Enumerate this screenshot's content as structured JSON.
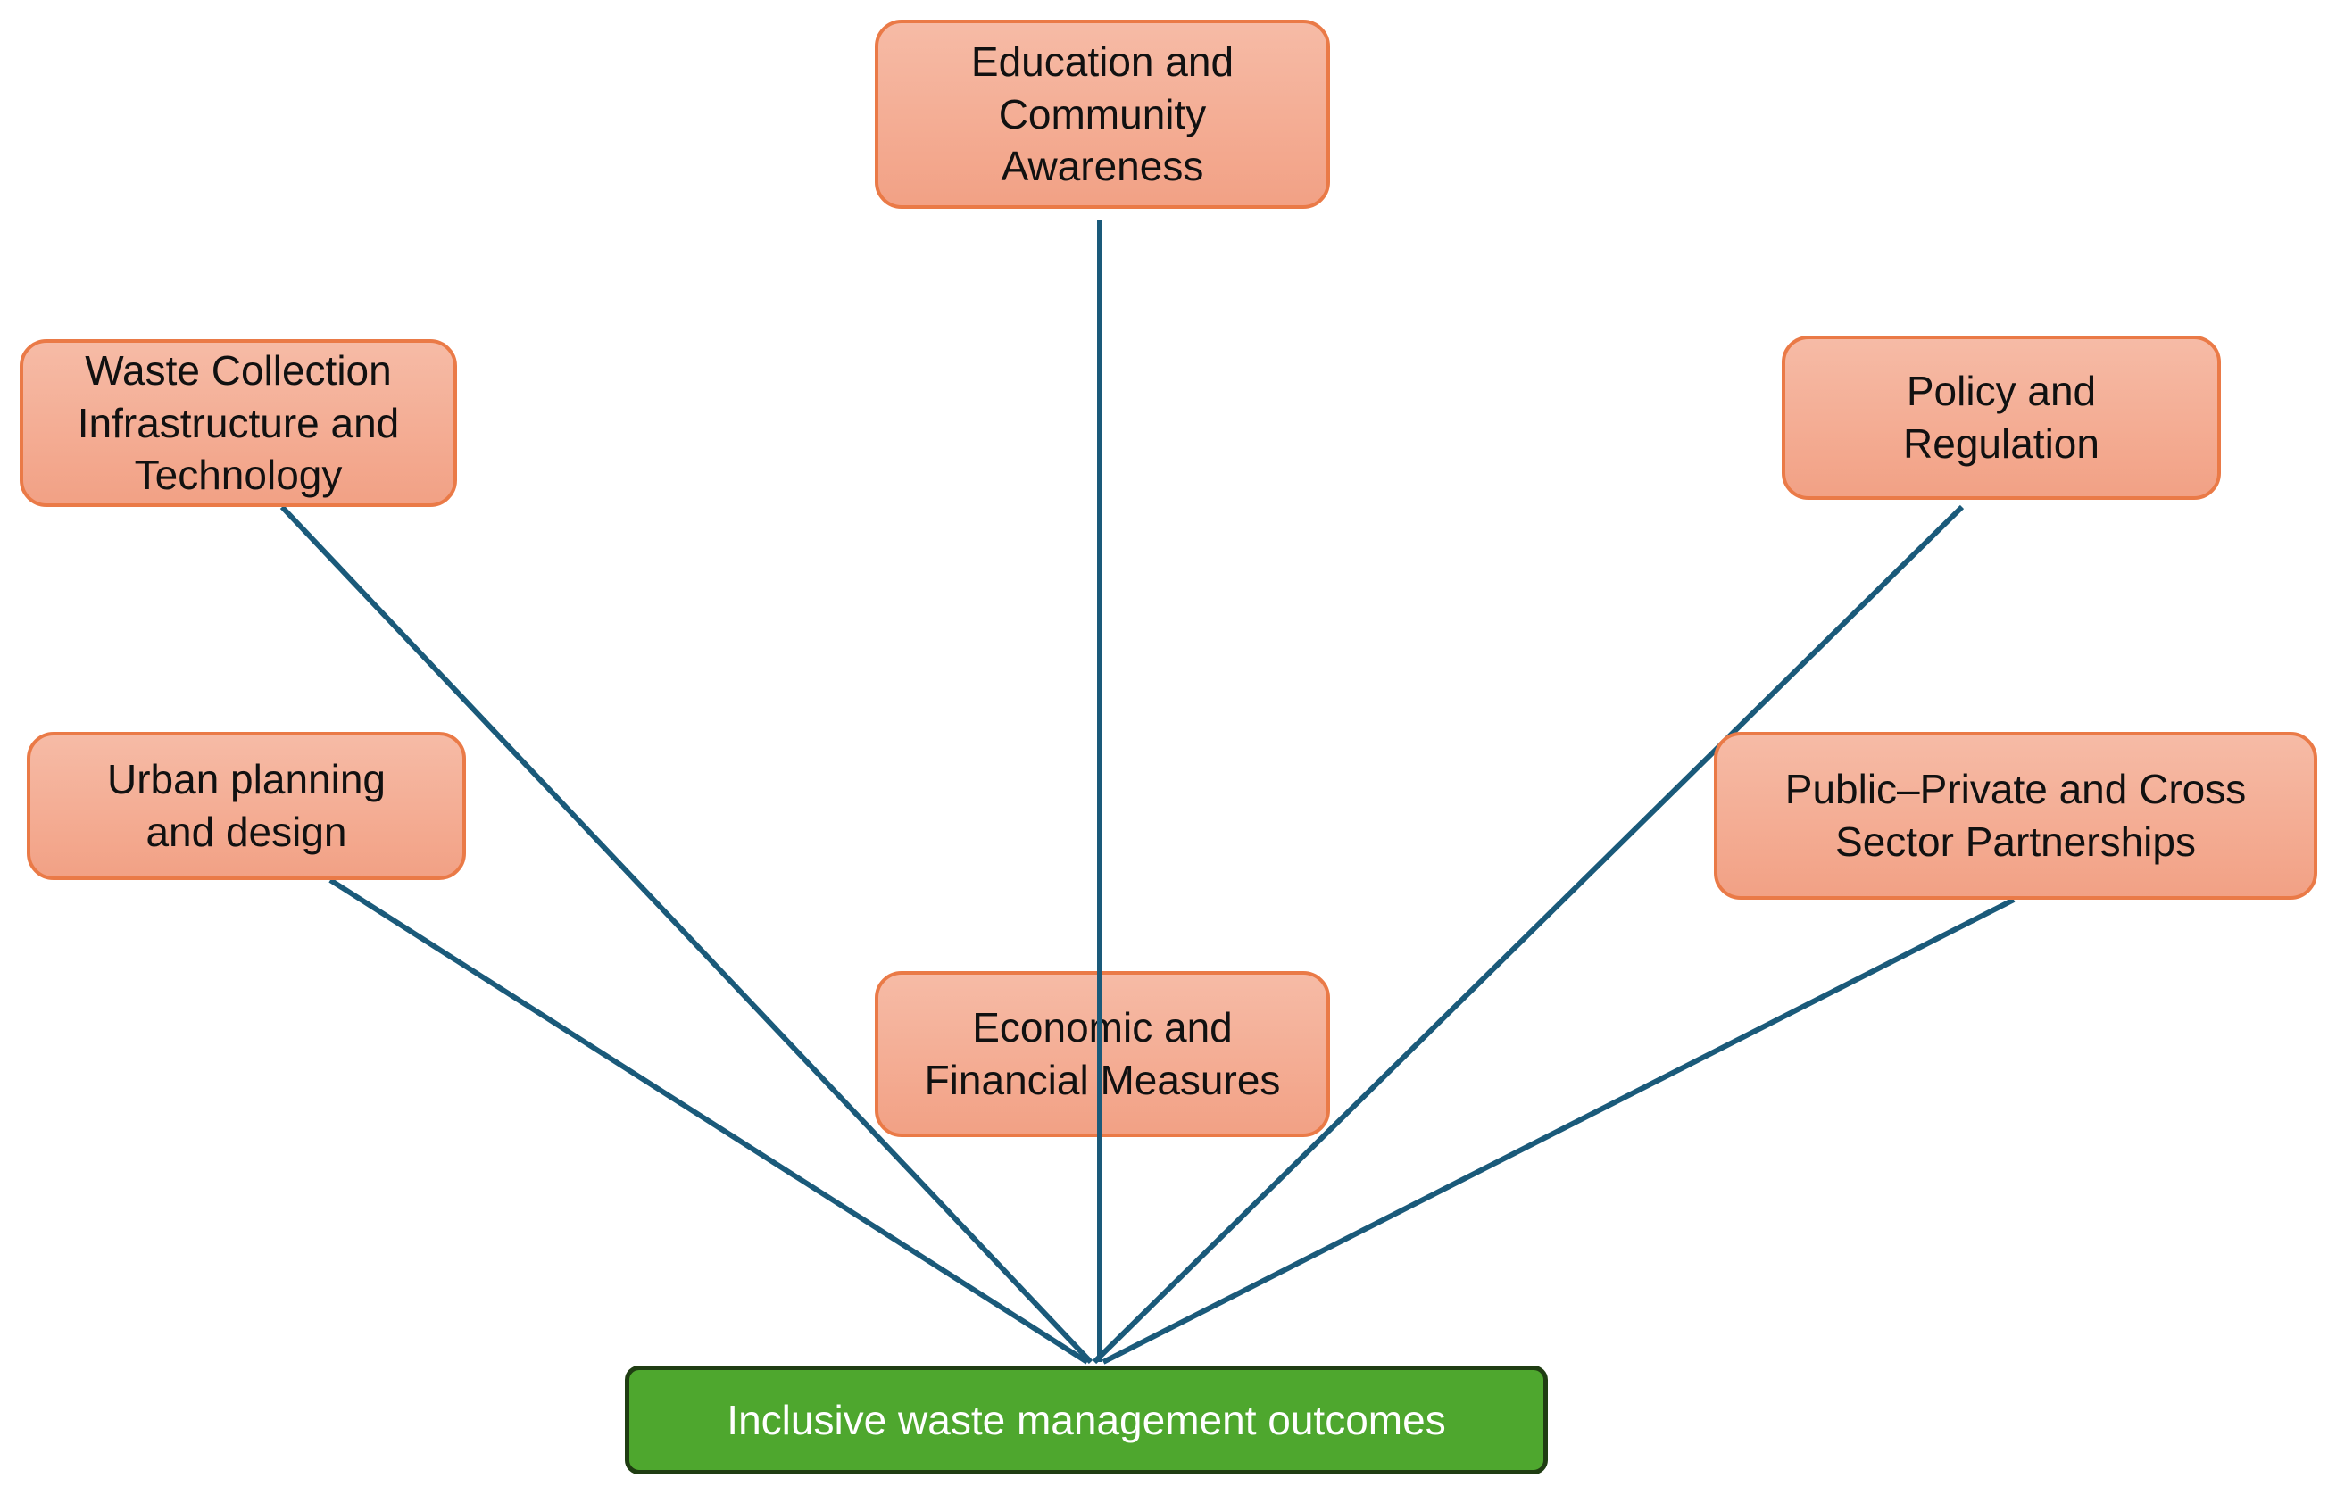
{
  "diagram": {
    "factors": [
      {
        "id": "education",
        "label": "Education and\nCommunity\nAwareness"
      },
      {
        "id": "waste",
        "label": "Waste Collection\nInfrastructure and\nTechnology"
      },
      {
        "id": "policy",
        "label": "Policy and\nRegulation"
      },
      {
        "id": "urban",
        "label": "Urban planning\nand design"
      },
      {
        "id": "public",
        "label": "Public–Private and Cross\nSector Partnerships"
      },
      {
        "id": "economic",
        "label": "Economic and\nFinancial Measures"
      }
    ],
    "outcome": {
      "label": "Inclusive waste management outcomes"
    },
    "colors": {
      "factor_fill": "#f2a185",
      "factor_border": "#ea7a47",
      "outcome_fill": "#4ea72e",
      "outcome_border": "#1f3d12",
      "connector": "#1a5a7a"
    }
  }
}
